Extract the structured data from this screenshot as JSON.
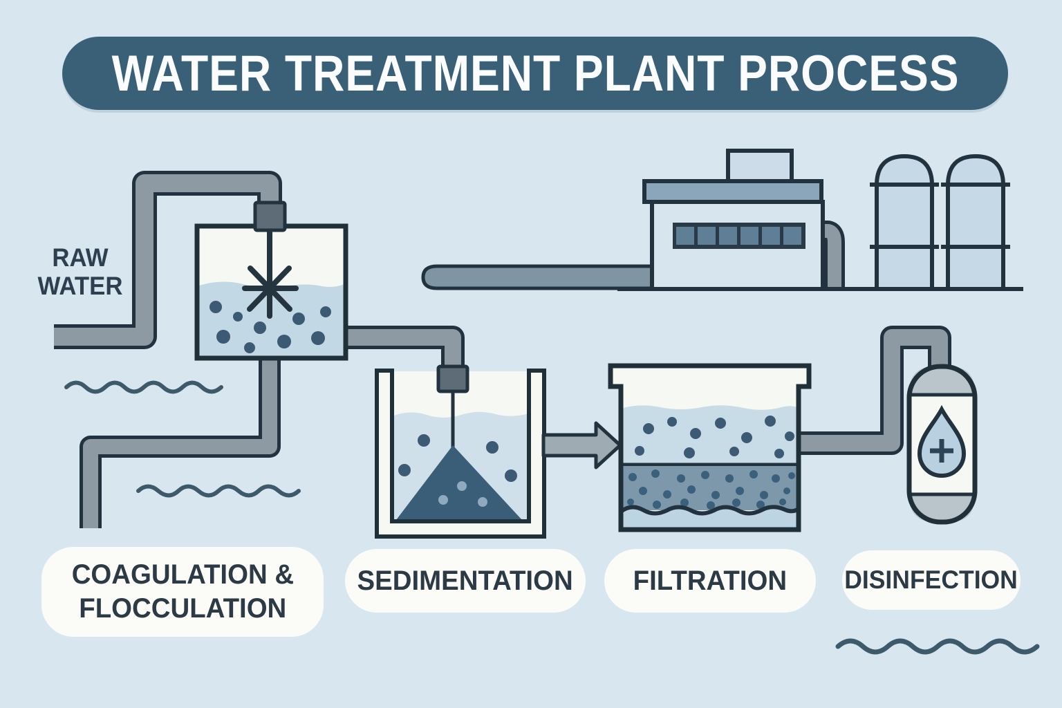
{
  "title": "WATER TREATMENT PLANT PROCESS",
  "raw_water_label": {
    "line1": "RAW",
    "line2": "WATER"
  },
  "stages": [
    {
      "id": "coagulation-flocculation",
      "lines": [
        "COAGULATION &",
        "FLOCCULATION"
      ]
    },
    {
      "id": "sedimentation",
      "lines": [
        "SEDIMENTATION"
      ]
    },
    {
      "id": "filtration",
      "lines": [
        "FILTRATION"
      ]
    },
    {
      "id": "disinfection",
      "lines": [
        "DISINFECTION"
      ]
    }
  ],
  "icons": {
    "mixer": "asterisk-impeller-icon",
    "flow": "right-arrow-icon",
    "disinfectant": "droplet-plus-icon"
  },
  "colors": {
    "background": "#d8e6ef",
    "banner": "#3a6078",
    "banner_text": "#fbfcfd",
    "outline_ink": "#22333f",
    "pipe_gray": "#8d9aa3",
    "connector_gray": "#5d6c77",
    "water_light": "#c2d8e5",
    "water_sed": "#cfe0ea",
    "particle_dark": "#3c5a73",
    "sludge_cone": "#3b5e78",
    "filter_media": "#7e98ab",
    "clean_water": "#bdd4e2",
    "building_fill": "#d7e5ee",
    "roof_slab": "#8ba6bb",
    "window_pane": "#5e7f96",
    "silo_fill": "#c6d9e6",
    "capsule_cap": "#b9c4cb",
    "capsule_body": "#f6f8f3",
    "droplet_fill": "#b8d0e0",
    "label_pill": "#fbfcf7",
    "label_text": "#2c3a45"
  }
}
